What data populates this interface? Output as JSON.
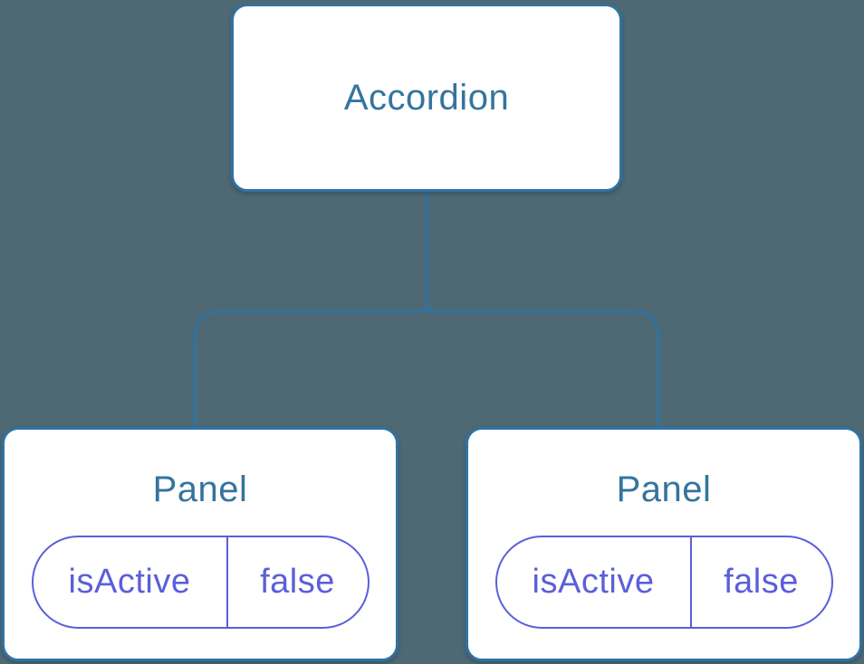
{
  "diagram": {
    "root": {
      "label": "Accordion"
    },
    "panels": [
      {
        "label": "Panel",
        "props": [
          {
            "name": "isActive",
            "value": "false"
          }
        ]
      },
      {
        "label": "Panel",
        "props": [
          {
            "name": "isActive",
            "value": "false"
          }
        ]
      }
    ],
    "colors": {
      "background": "#4E6973",
      "node_background": "#FFFFFF",
      "node_border": "#2E73A4",
      "node_label": "#35749E",
      "connector": "#2E73A4",
      "prop_border": "#5B5FD9",
      "prop_text": "#5B5FD9"
    }
  }
}
